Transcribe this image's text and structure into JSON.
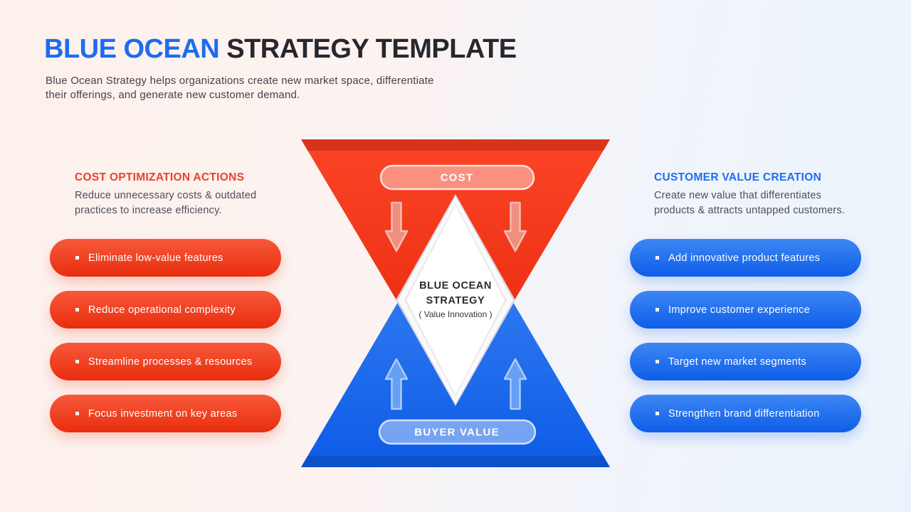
{
  "page": {
    "title_highlight": "BLUE OCEAN",
    "title_rest": "STRATEGY TEMPLATE",
    "subtitle_line1": "Blue Ocean Strategy helps organizations create new market space, differentiate",
    "subtitle_line2": "their offerings, and generate new customer demand.",
    "background_left": "#fdf1ec",
    "background_right": "#ebf4fc"
  },
  "left_panel": {
    "heading": "COST OPTIMIZATION ACTIONS",
    "heading_color": "#e8422b",
    "description_line1": "Reduce unnecessary costs & outdated",
    "description_line2": "practices to increase efficiency.",
    "items": [
      {
        "label": "Eliminate low-value features"
      },
      {
        "label": "Reduce operational complexity"
      },
      {
        "label": "Streamline processes & resources"
      },
      {
        "label": "Focus investment on key areas"
      }
    ]
  },
  "right_panel": {
    "heading": "CUSTOMER VALUE CREATION",
    "heading_color": "#1b6ef0",
    "description_line1": "Create new value that differentiates",
    "description_line2": "products & attracts untapped customers.",
    "items": [
      {
        "label": "Add innovative product features"
      },
      {
        "label": "Improve customer experience"
      },
      {
        "label": "Target new market segments"
      },
      {
        "label": "Strengthen brand differentiation"
      }
    ]
  },
  "diagram": {
    "top_label": "COST",
    "bottom_label": "BUYER VALUE",
    "center_title_line1": "BLUE OCEAN",
    "center_title_line2": "STRATEGY",
    "center_subtitle": "( Value Innovation )",
    "colors": {
      "red_triangle_top": "#fb4526",
      "red_triangle_bottom": "#e5240a",
      "blue_triangle_top": "#3f88f3",
      "blue_triangle_bottom": "#0d5be8"
    }
  }
}
